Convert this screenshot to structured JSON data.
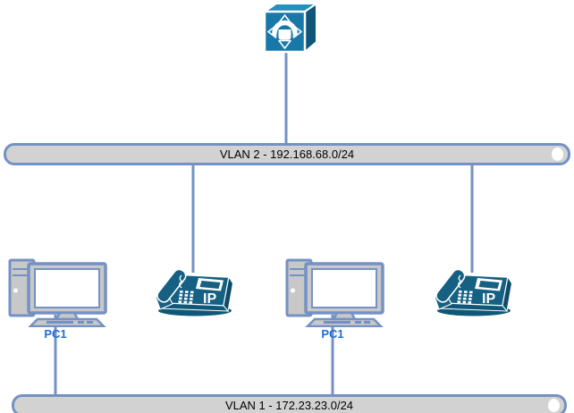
{
  "colors": {
    "connector": "#7491c5",
    "bus_fill": "#d2d2d2",
    "bus_border": "#7491c5",
    "device_teal": "#156083",
    "cube_front": "#1878a8",
    "pc_fill": "#c8c8c8",
    "pc_border": "#7491c5",
    "pc_label_blue": "#1f6ed6",
    "bus_text": "#000000"
  },
  "icons": {
    "top_device": "communications-manager-icon",
    "phones": "ip-phone-icon",
    "computers": "desktop-pc-icon"
  },
  "buses": {
    "vlan2": {
      "label": "VLAN 2 - 192.168.68.0/24"
    },
    "vlan1": {
      "label": "VLAN 1 - 172.23.23.0/24"
    }
  },
  "devices": {
    "pc_left": {
      "label": "PC1"
    },
    "pc_right": {
      "label": "PC1"
    },
    "ip_phone_left": {
      "badge": "IP"
    },
    "ip_phone_right": {
      "badge": "IP"
    }
  }
}
